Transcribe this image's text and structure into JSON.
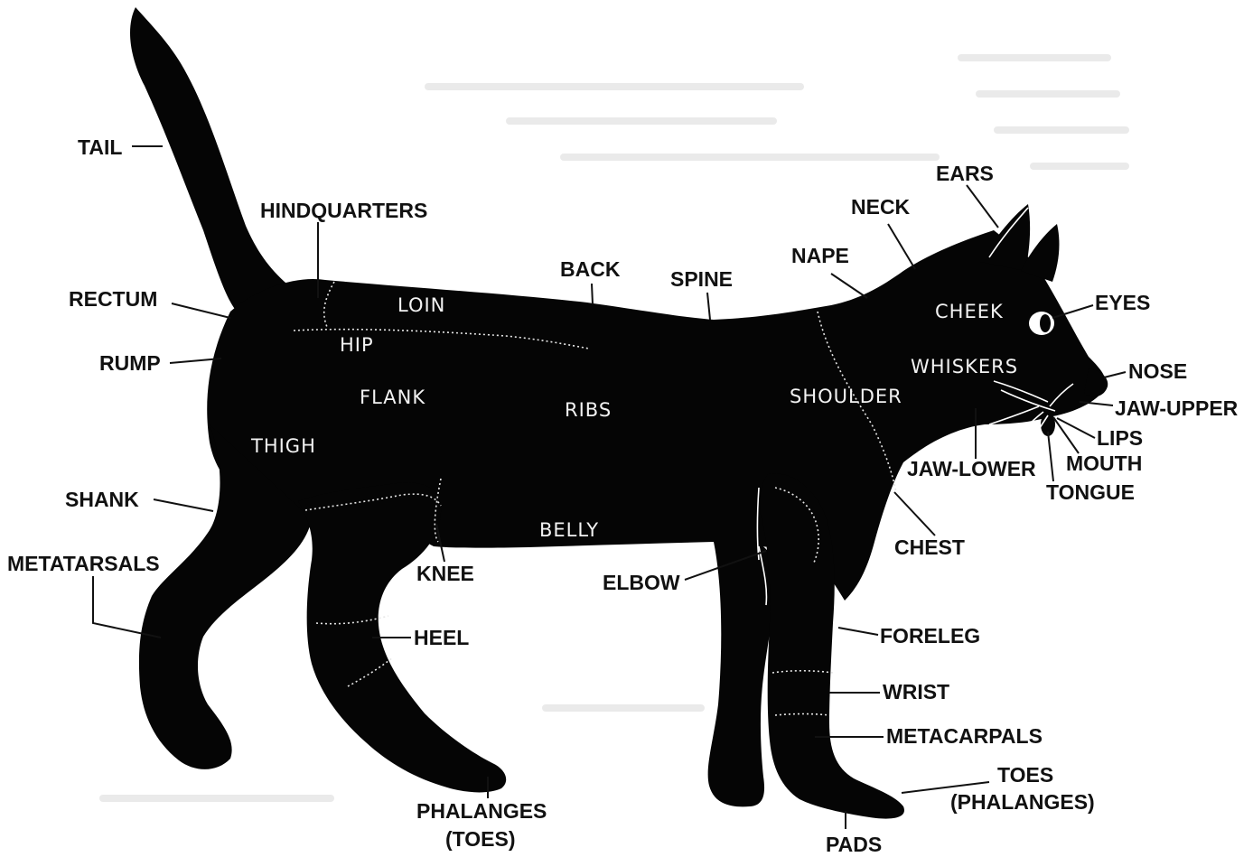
{
  "diagram": {
    "labels": {
      "tail": "TAIL",
      "hindquarters": "HINDQUARTERS",
      "rectum": "RECTUM",
      "rump": "RUMP",
      "shank": "SHANK",
      "metatarsals": "METATARSALS",
      "back": "BACK",
      "spine": "SPINE",
      "nape": "NAPE",
      "neck": "NECK",
      "ears": "EARS",
      "eyes": "EYES",
      "nose": "NOSE",
      "jaw_upper": "JAW-UPPER",
      "lips": "LIPS",
      "mouth": "MOUTH",
      "tongue": "TONGUE",
      "jaw_lower": "JAW-LOWER",
      "chest": "CHEST",
      "knee": "KNEE",
      "elbow": "ELBOW",
      "heel": "HEEL",
      "foreleg": "FORELEG",
      "wrist": "WRIST",
      "metacarpals": "METACARPALS",
      "phalanges_toes_1": "PHALANGES",
      "phalanges_toes_2": "(TOES)",
      "toes_phalanges_1": "TOES",
      "toes_phalanges_2": "(PHALANGES)",
      "pads": "PADS"
    },
    "body_labels": {
      "loin": "LOIN",
      "hip": "HIP",
      "flank": "FLANK",
      "ribs": "RIBS",
      "thigh": "THIGH",
      "belly": "BELLY",
      "cheek": "CHEEK",
      "whiskers": "WHISKERS",
      "shoulder": "SHOULDER"
    },
    "colors": {
      "silhouette": "#050505",
      "label_text": "#111111",
      "inner_text": "#f2f2f2",
      "background": "#ffffff"
    }
  }
}
